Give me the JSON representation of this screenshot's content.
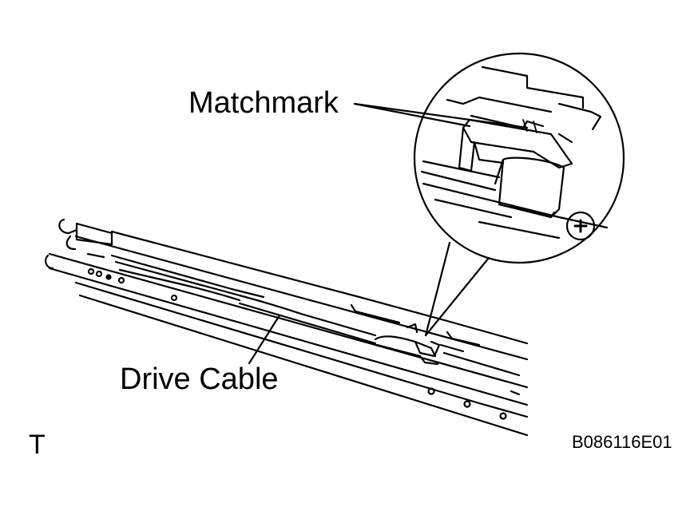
{
  "labels": {
    "matchmark": "Matchmark",
    "drive_cable": "Drive Cable",
    "view_letter": "T",
    "figure_code": "B086116E01"
  },
  "colors": {
    "line": "#000000",
    "background": "#ffffff"
  },
  "icons": {
    "screw": "phillips-screw-icon"
  }
}
